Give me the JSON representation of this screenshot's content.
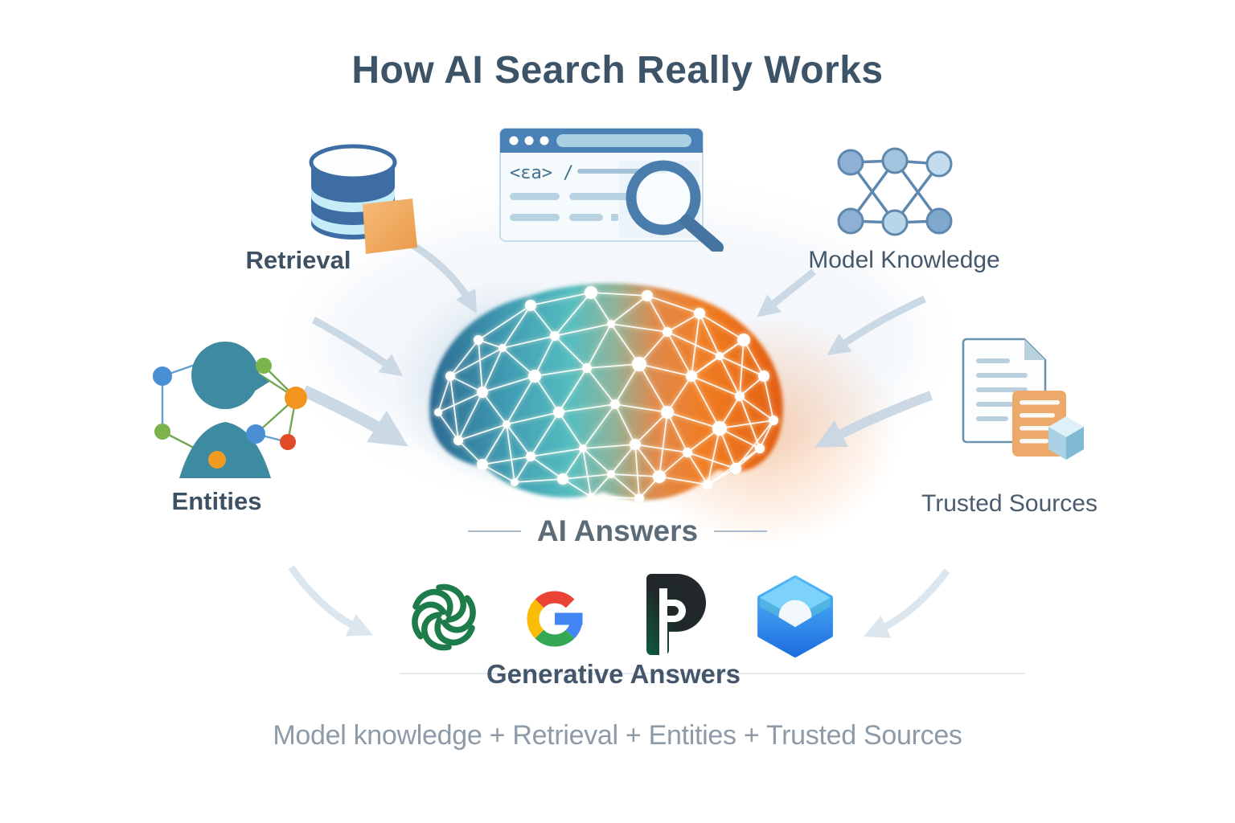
{
  "title": "How AI Search Really Works",
  "sources": {
    "retrieval": "Retrieval",
    "model_knowledge": "Model Knowledge",
    "entities": "Entities",
    "trusted_sources": "Trusted Sources"
  },
  "browser_window": {
    "code_snippet": "<ɛa> /"
  },
  "center": {
    "label": "AI Answers"
  },
  "generative": {
    "label": "Generative Answers"
  },
  "providers": [
    {
      "name": "openai-logo"
    },
    {
      "name": "google-logo"
    },
    {
      "name": "perplexity-logo"
    },
    {
      "name": "ai-search-cube-logo"
    }
  ],
  "formula": "Model knowledge + Retrieval + Entities + Trusted Sources",
  "colors": {
    "title_text": "#3d5468",
    "label_text": "#3d5163",
    "muted_text": "#8d9aa8",
    "arrow": "#c7d6e3",
    "brain_teal": "#3f9cb2",
    "brain_orange": "#f07c22",
    "database_blue": "#3d6da2",
    "folder_orange": "#f0a75f",
    "openai_green": "#1e7c4a",
    "google_blue": "#4285f4",
    "google_red": "#ea4335",
    "google_yellow": "#fbbc05",
    "google_green": "#34a853",
    "cube_blue": "#2a7de1"
  }
}
